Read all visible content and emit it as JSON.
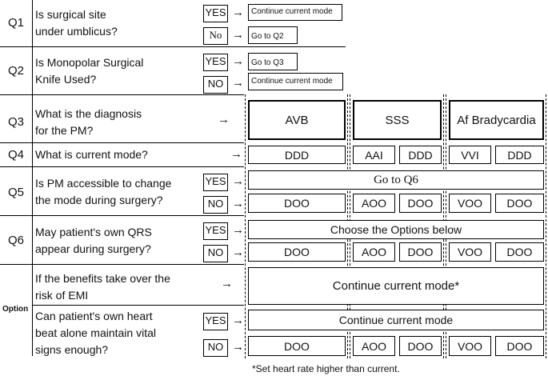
{
  "questions": [
    {
      "id": "Q1",
      "text": [
        "Is surgical site",
        "under umblicus?"
      ],
      "yes": "YES",
      "no": "No",
      "yes_target": "Continue current mode",
      "no_target": "Go to Q2"
    },
    {
      "id": "Q2",
      "text": [
        "Is Monopolar Surgical",
        "Knife Used?"
      ],
      "yes": "YES",
      "no": "NO",
      "yes_target": "Go to Q3",
      "no_target": "Continue current mode"
    },
    {
      "id": "Q3",
      "text": [
        "What is the diagnosis",
        "for the PM?"
      ]
    },
    {
      "id": "Q4",
      "text": [
        "What is current mode?"
      ]
    },
    {
      "id": "Q5",
      "text": [
        "Is PM accessible to change",
        "the mode during surgery?"
      ],
      "yes": "YES",
      "no": "NO"
    },
    {
      "id": "Q6",
      "text": [
        "May patient's own QRS",
        "appear during surgery?"
      ],
      "yes": "YES",
      "no": "NO"
    }
  ],
  "option": {
    "label": "Option",
    "q1_text": [
      "If the benefits take over the",
      "risk of EMI"
    ],
    "q2_text": [
      "Can patient's own heart",
      "beat alone maintain vital",
      "signs enough?"
    ],
    "yes": "YES",
    "no": "NO"
  },
  "arrow": "→",
  "diagnoses": [
    "AVB",
    "SSS",
    "Af Bradycardia"
  ],
  "current_modes": [
    "DDD",
    "AAI",
    "DDD",
    "VVI",
    "DDD"
  ],
  "q5_yes": "Go to Q6",
  "q5_no": [
    "DOO",
    "AOO",
    "DOO",
    "VOO",
    "DOO"
  ],
  "q6_yes": "Choose the Options below",
  "q6_no": [
    "DOO",
    "AOO",
    "DOO",
    "VOO",
    "DOO"
  ],
  "opt1_result": "Continue current mode*",
  "opt2_yes": "Continue current mode",
  "opt2_no": [
    "DOO",
    "AOO",
    "DOO",
    "VOO",
    "DOO"
  ],
  "footnote": "*Set heart rate higher than current."
}
